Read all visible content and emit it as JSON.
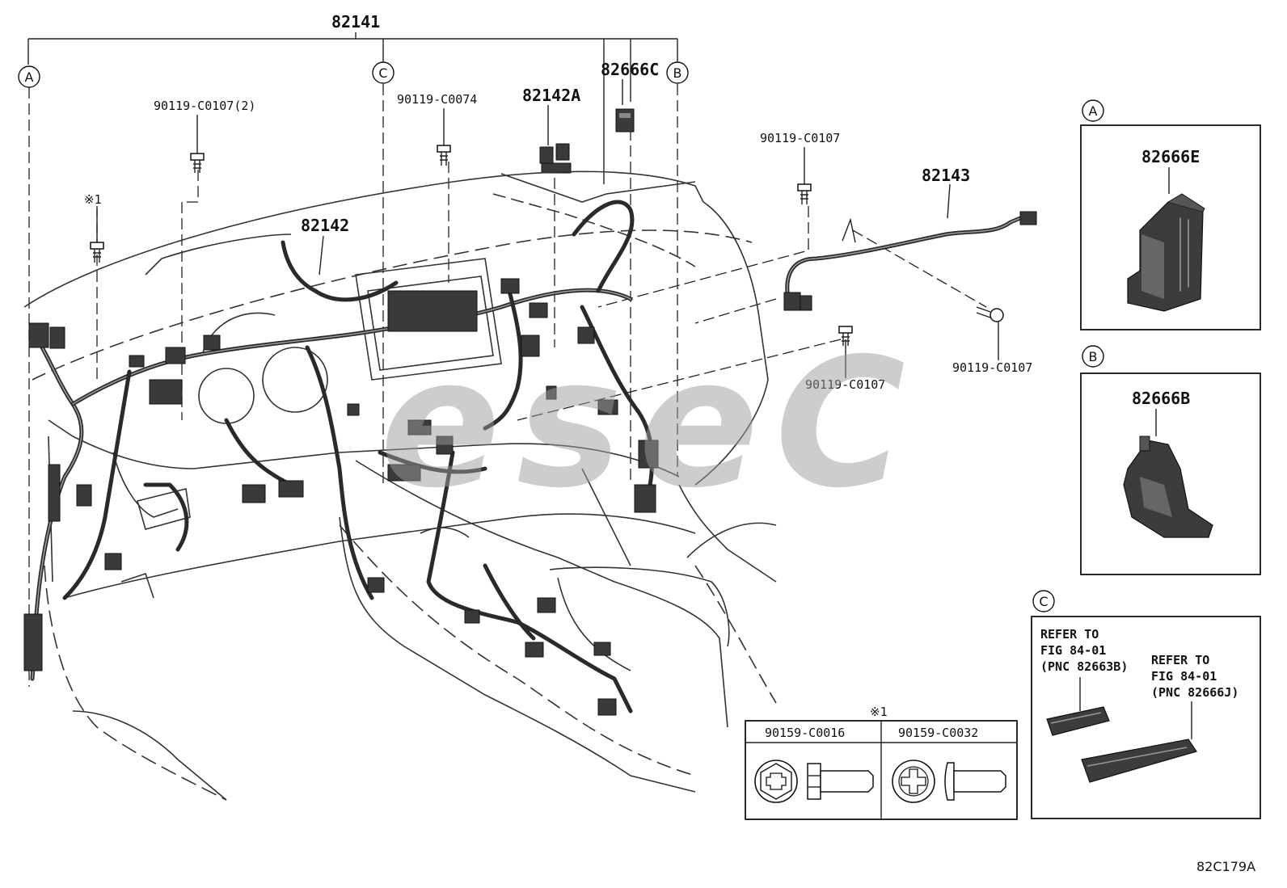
{
  "parts": {
    "p82141": "82141",
    "p82142": "82142",
    "p82142A": "82142A",
    "p82143": "82143",
    "p82666C": "82666C",
    "bolt_a": "90119-C0107(2)",
    "bolt_b": "90119-C0074",
    "bolt_c": "90119-C0107",
    "bolt_d": "90119-C0107",
    "bolt_e": "90119-C0107",
    "note_mark": "※1"
  },
  "callouts": {
    "a": "A",
    "b": "B",
    "c": "C"
  },
  "detail_a": {
    "tag": "A",
    "part": "82666E"
  },
  "detail_b": {
    "tag": "B",
    "part": "82666B"
  },
  "detail_c": {
    "tag": "C",
    "ref1": [
      "REFER TO",
      "FIG 84-01",
      "(PNC 82663B)"
    ],
    "ref2": [
      "REFER TO",
      "FIG 84-01",
      "(PNC 82666J)"
    ]
  },
  "screw_table": {
    "mark": "※1",
    "col1": "90159-C0016",
    "col2": "90159-C0032"
  },
  "watermark": "eseC",
  "figure_id": "82C179A"
}
